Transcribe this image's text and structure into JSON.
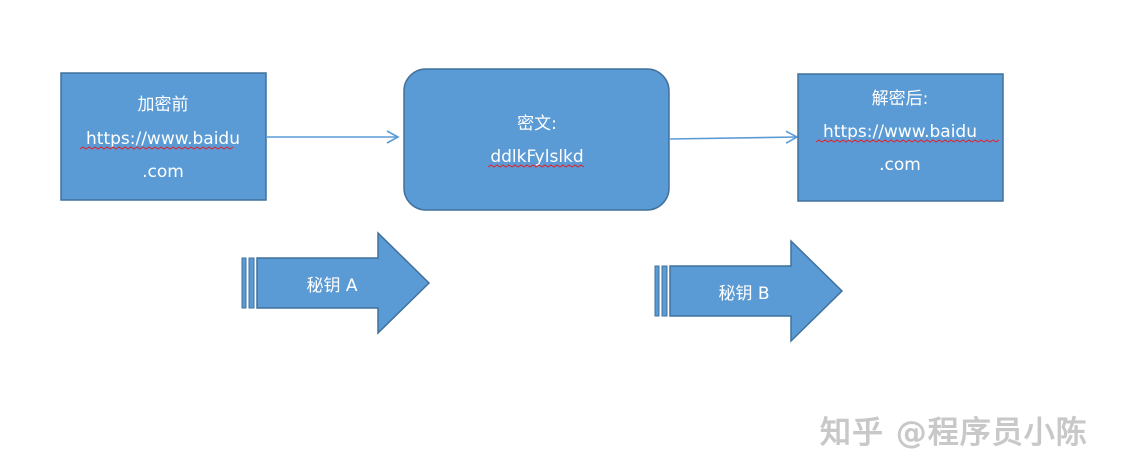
{
  "plaintext_box": {
    "title": "加密前",
    "line1": "https://www.baidu",
    "line2": ".com"
  },
  "ciphertext_box": {
    "title": "密文:",
    "value": "ddlkFylslkd"
  },
  "decrypted_box": {
    "title": "解密后:",
    "line1": "https://www.baidu",
    "line2": ".com"
  },
  "key_a": {
    "label": "秘钥 A"
  },
  "key_b": {
    "label": "秘钥 B"
  },
  "watermark": {
    "text": "知乎 @程序员小陈"
  },
  "colors": {
    "shape_fill": "#5b9bd5",
    "shape_border": "#41719c",
    "connector": "#5b9bd5",
    "spellcheck": "#e0242b",
    "watermark": "#c8c8c8"
  }
}
